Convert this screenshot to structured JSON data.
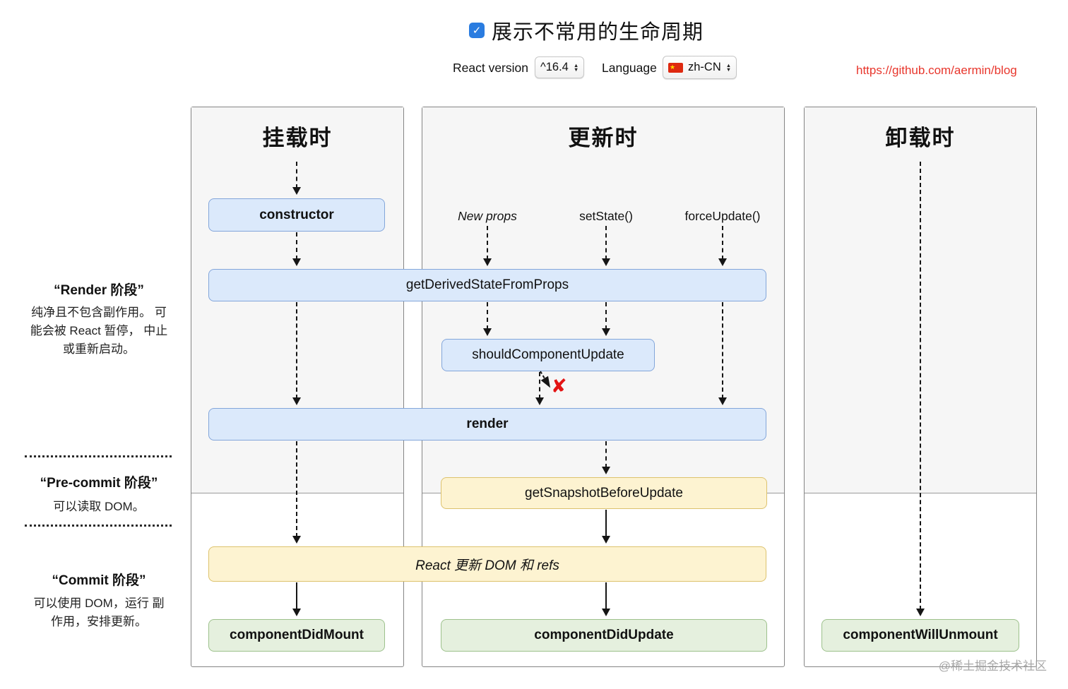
{
  "header": {
    "title": "展示不常用的生命周期",
    "checkbox_checked": true,
    "react_version_label": "React version",
    "react_version_value": "^16.4",
    "language_label": "Language",
    "language_value": "zh-CN",
    "link": "https://github.com/aermin/blog"
  },
  "columns": [
    {
      "title": "挂载时"
    },
    {
      "title": "更新时"
    },
    {
      "title": "卸载时"
    }
  ],
  "triggers": [
    "New props",
    "setState()",
    "forceUpdate()"
  ],
  "boxes": {
    "constructor": "constructor",
    "get_derived_state_from_props": "getDerivedStateFromProps",
    "should_component_update": "shouldComponentUpdate",
    "render": "render",
    "get_snapshot_before_update": "getSnapshotBeforeUpdate",
    "react_updates_dom": "React 更新 DOM 和 refs",
    "component_did_mount": "componentDidMount",
    "component_did_update": "componentDidUpdate",
    "component_will_unmount": "componentWillUnmount"
  },
  "phases": [
    {
      "title": "“Render 阶段”",
      "description": "纯净且不包含副作用。 可能会被 React 暂停， 中止或重新启动。"
    },
    {
      "title": "“Pre-commit 阶段”",
      "description": "可以读取 DOM。"
    },
    {
      "title": "“Commit 阶段”",
      "description": "可以使用 DOM，运行 副作用，安排更新。"
    }
  ],
  "marks": {
    "cancel": "✘"
  },
  "icons": {
    "checkmark": "✓",
    "spinner_up": "▲",
    "spinner_down": "▼",
    "flag_star": "★"
  },
  "watermark": "@稀土掘金技术社区",
  "colors": {
    "accent_blue_box": "#dbe9fb",
    "blue_box_border": "#83a6da",
    "yellow_box": "#fdf3d1",
    "yellow_box_border": "#ddc26d",
    "green_box": "#e5f0de",
    "green_box_border": "#9dc18c",
    "checkbox_blue": "#2a7ce0",
    "link_red": "#e8362c",
    "cancel_red": "#e31414",
    "column_gray": "#f6f6f6"
  }
}
